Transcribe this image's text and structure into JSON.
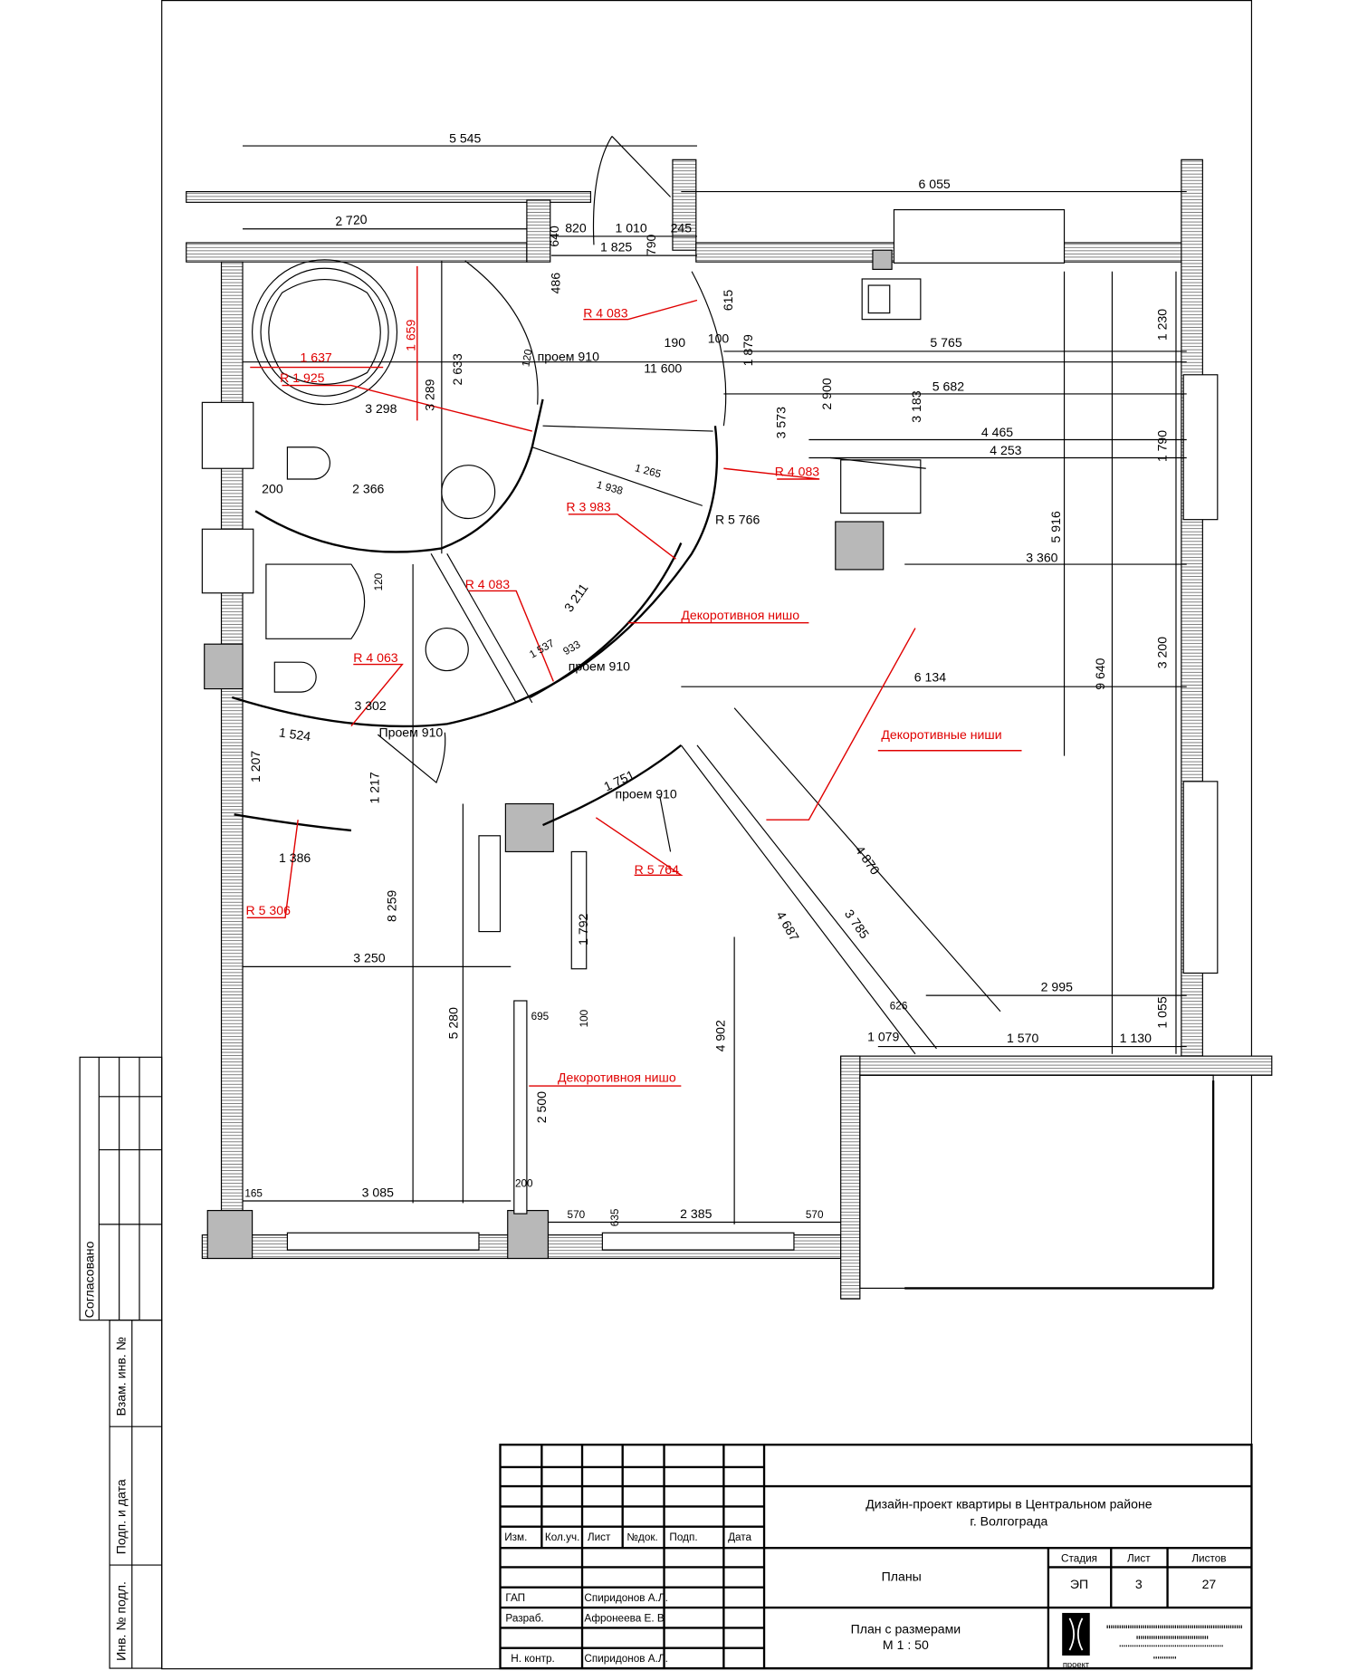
{
  "drawing": {
    "dimensions": [
      "5 545",
      "6 055",
      "2 720",
      "820",
      "1 010",
      "245",
      "640",
      "1 825",
      "790",
      "486",
      "615",
      "190",
      "100",
      "5 765",
      "1 879",
      "11 600",
      "2 633",
      "5 682",
      "2 900",
      "3 289",
      "3 298",
      "3 183",
      "3 573",
      "4 465",
      "1 790",
      "4 253",
      "2 366",
      "200",
      "R 5 766",
      "5 916",
      "3 360",
      "6 134",
      "9 640",
      "3 200",
      "3 302",
      "1 524",
      "1 207",
      "1 217",
      "1 751",
      "1 386",
      "8 259",
      "4 870",
      "3 785",
      "4 687",
      "1 792",
      "3 250",
      "5 280",
      "4 902",
      "2 995",
      "1 055",
      "695",
      "100",
      "626",
      "1 079",
      "1 570",
      "1 130",
      "2 500",
      "200",
      "165",
      "3 085",
      "570",
      "635",
      "2 385",
      "570",
      "1 230",
      "3 211",
      "1 938",
      "1 265",
      "1 537",
      "933",
      "120",
      "120"
    ],
    "openings": [
      "проем 910",
      "проем 910",
      "Проем 910",
      "проем 910"
    ],
    "red_annotations": [
      "R 4 083",
      "1 659",
      "1 637",
      "R 1 925",
      "R 4 083",
      "R 3 983",
      "R 4 083",
      "R 4 063",
      "R 5 764",
      "R 5 306",
      "Декоротивноя нишо",
      "Декоротивные ниши",
      "Декоротивноя нишо"
    ]
  },
  "side_stamp": {
    "agreed": "Согласовано",
    "replace_inv": "Взам. инв. №",
    "sign_date": "Подп. и дата",
    "inv_orig": "Инв. № подл."
  },
  "title_block": {
    "col_headers": [
      "Изм.",
      "Кол.уч.",
      "Лист",
      "№док.",
      "Подп.",
      "Дата"
    ],
    "project_title_1": "Дизайн-проект квартиры в Центральном районе",
    "project_title_2": "г. Волгограда",
    "section": "Планы",
    "stage_label": "Стадия",
    "sheet_label": "Лист",
    "sheets_label": "Листов",
    "stage": "ЭП",
    "sheet": "3",
    "sheets": "27",
    "roles": [
      {
        "role": "ГАП",
        "name": "Спиридонов А.Л."
      },
      {
        "role": "Разраб.",
        "name": "Афронеева Е. В"
      },
      {
        "role": "Н. контр.",
        "name": "Спиридонов А.Л."
      }
    ],
    "sheet_title_1": "План с размерами",
    "sheet_title_2": "М 1 : 50",
    "logo_text": "проект"
  },
  "colors": {
    "annotation": "#e00000",
    "fill": "#b8b8b8"
  }
}
